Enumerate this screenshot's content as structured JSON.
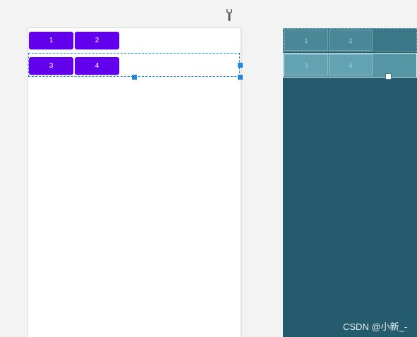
{
  "icons": {
    "top": "wrench-icon"
  },
  "design": {
    "buttons": [
      {
        "label": "1"
      },
      {
        "label": "2"
      },
      {
        "label": "3"
      },
      {
        "label": "4"
      }
    ]
  },
  "blueprint": {
    "cells": [
      {
        "label": "1"
      },
      {
        "label": "2"
      },
      {
        "label": "3"
      },
      {
        "label": "4"
      }
    ]
  },
  "watermark": "CSDN @小新_-",
  "colors": {
    "button": "#6200ee",
    "selection": "#1e88e5",
    "blueprint_bg": "#245c6d"
  }
}
